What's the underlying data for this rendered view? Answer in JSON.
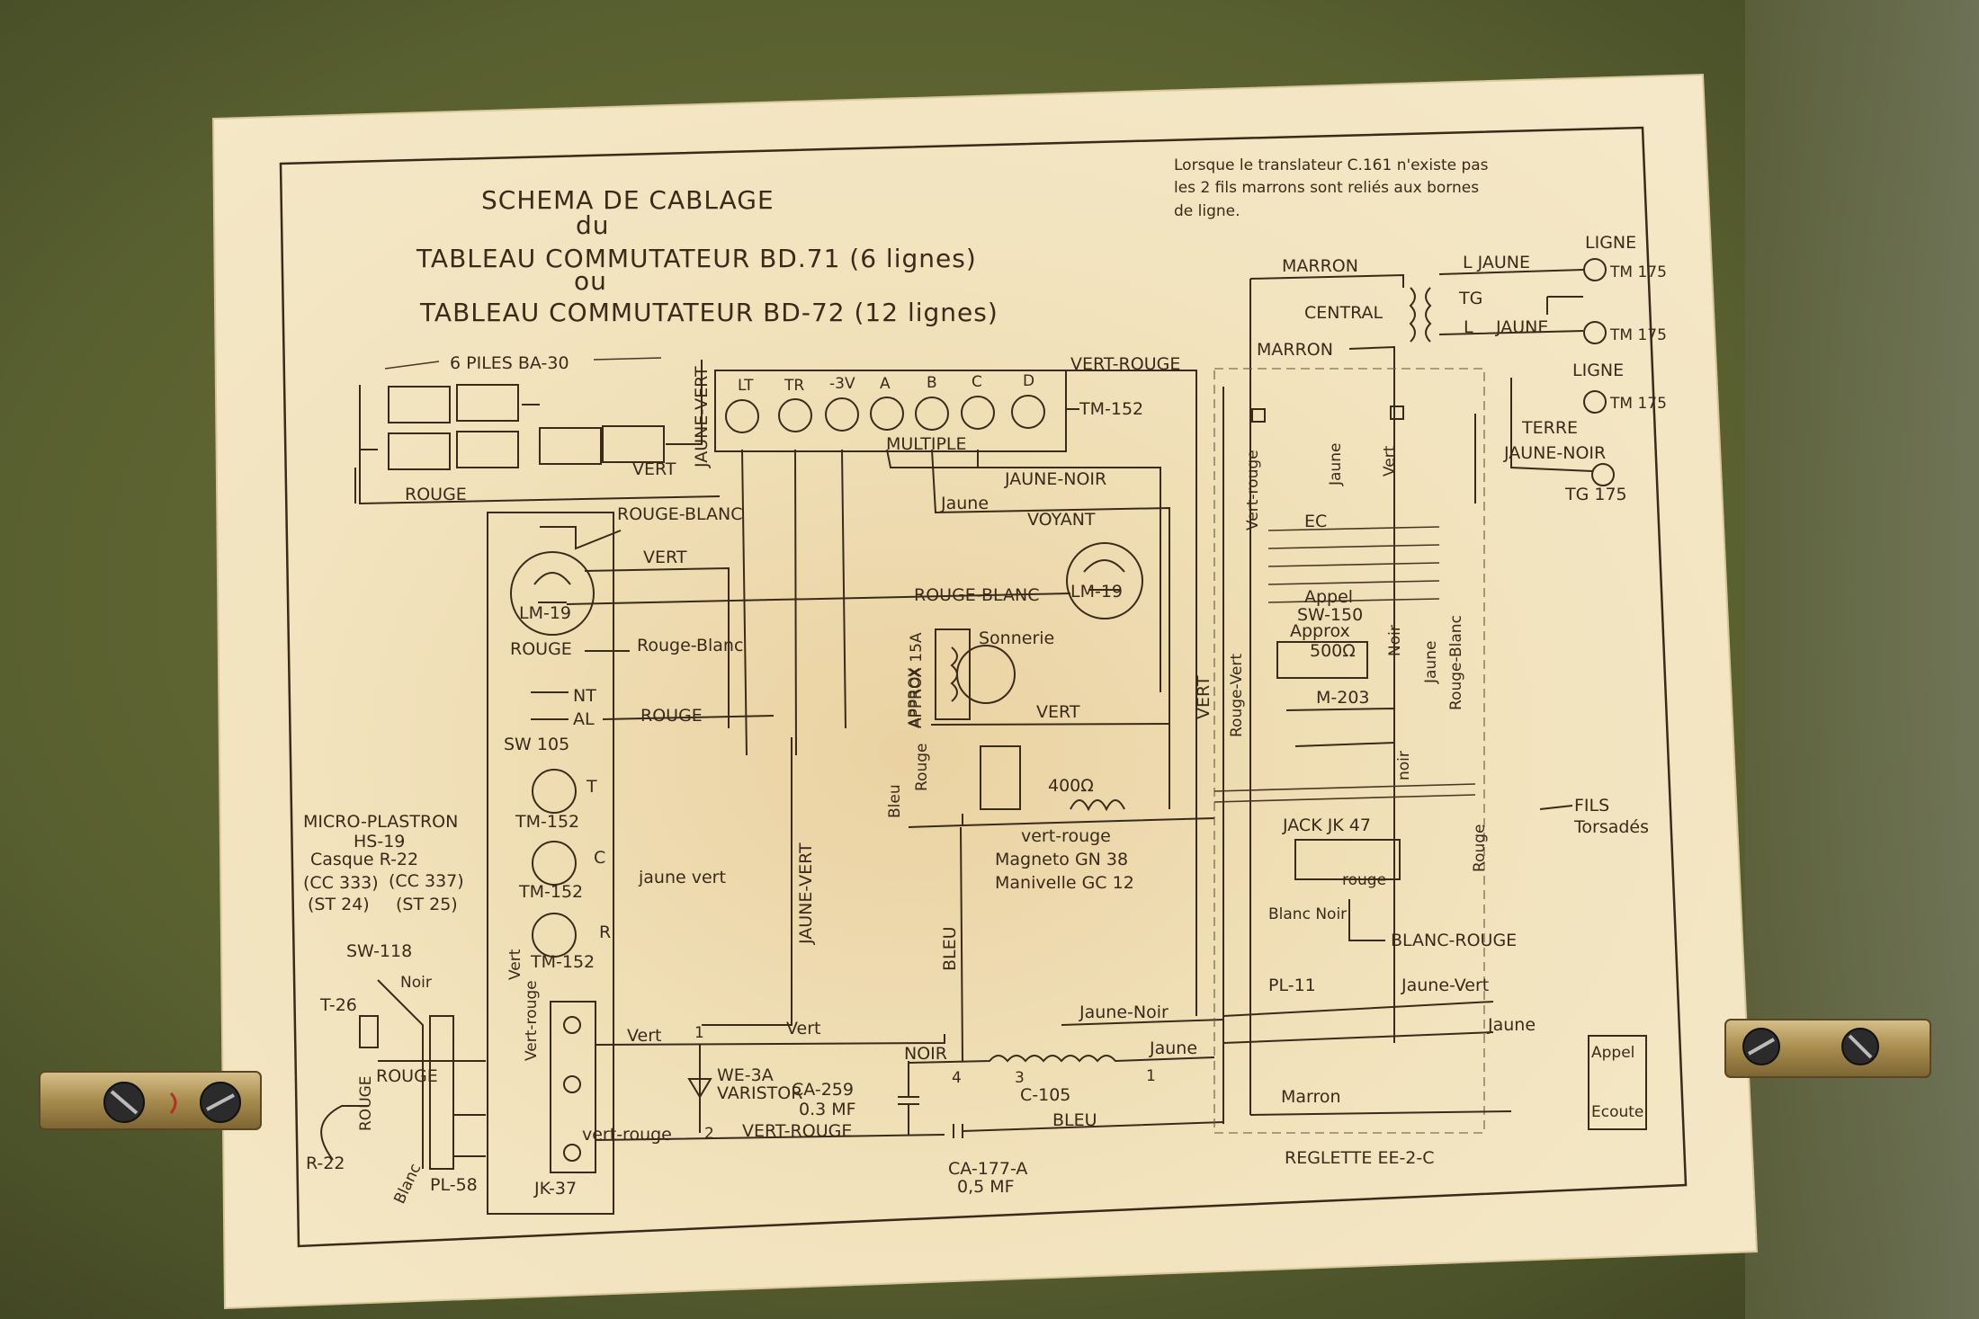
{
  "scene": {
    "colors": {
      "board": "#5b6130",
      "paper": "#f1e2bd",
      "ink": "#3a2a1a",
      "brass": "#b49a5c"
    }
  },
  "schematic": {
    "title_lines": [
      "SCHEMA DE CABLAGE",
      "du",
      "TABLEAU COMMUTATEUR BD.71 (6 lignes)",
      "ou",
      "TABLEAU COMMUTATEUR BD-72 (12 lignes)"
    ],
    "note_lines": [
      "Lorsque le translateur C.161 n'existe pas",
      "les 2 fils marrons sont reliés aux bornes",
      "de ligne."
    ],
    "labels": {
      "piles": "6 PILES BA-30",
      "rouge": "ROUGE",
      "vert": "VERT",
      "jaune_vert": "JAUNE-VERT",
      "vert_rouge": "VERT-ROUGE",
      "tm152": "TM-152",
      "multiple": "MULTIPLE",
      "jaune_noir": "JAUNE-NOIR",
      "jaune_lc": "Jaune",
      "voyant": "VOYANT",
      "rouge_blanc": "ROUGE-BLANC",
      "lm19": "LM-19",
      "rouge_blanc_lc": "Rouge-Blanc",
      "sonnerie": "Sonnerie",
      "approx_15a": "APPROX 15A",
      "nt": "NT",
      "al": "AL",
      "sw105": "SW 105",
      "micro_plastron": "MICRO-PLASTRON",
      "hs19": "HS-19",
      "casque": "Casque R-22",
      "cc_left": "(CC 333)",
      "cc_right": "(CC 337)",
      "st_left": "(ST 24)",
      "st_right": "(ST 25)",
      "sw118": "SW-118",
      "t26": "T-26",
      "noir": "Noir",
      "rouge_vertical": "ROUGE",
      "r22": "R-22",
      "blanc": "Blanc",
      "pl58": "PL-58",
      "jk37": "JK-37",
      "tm152_small": "TM-152",
      "t": "T",
      "c": "C",
      "r": "R",
      "jaune_vert_lc": "jaune vert",
      "vert_rouge_lc": "Vert-rouge",
      "vert_lc": "Vert",
      "rouge_lc": "Rouge",
      "bleu_lc": "Bleu",
      "approx": "APPROX",
      "ohm400": "400Ω",
      "vert_rouge_lc2": "vert-rouge",
      "magneto": "Magneto GN 38",
      "manivelle": "Manivelle GC 12",
      "bleu": "BLEU",
      "we3a": "WE-3A",
      "varistor": "VARISTOR",
      "ca259": "CA-259",
      "mf03": "0.3 MF",
      "noir_caps": "NOIR",
      "c105": "C-105",
      "num1": "1",
      "num2": "2",
      "num3": "3",
      "num4": "4",
      "vert_rouge_lower": "vert-rouge",
      "ca177": "CA-177-A",
      "mf05": "0,5 MF",
      "jaune_noir_lc": "Jaune-Noir",
      "jaune_lower": "Jaune",
      "jaune_vert_right": "Jaune-Vert",
      "marron_lc": "Marron",
      "reglette": "REGLETTE EE-2-C",
      "appel": "Appel",
      "ecoute": "Ecoute",
      "marron": "MARRON",
      "central": "CENTRAL",
      "l_jaune": "L JAUNE",
      "tg": "TG",
      "l": "L",
      "jaune_caps": "JAUNE",
      "ligne": "LIGNE",
      "tm175": "TM 175",
      "terre": "TERRE",
      "jaune_noir_right": "JAUNE-NOIR",
      "tg175": "TG 175",
      "ec": "EC",
      "appel_sw": "Appel",
      "sw150": "SW-150",
      "approx_right": "Approx",
      "ohm500": "500Ω",
      "noir_lc": "Noir",
      "m203": "M-203",
      "jaune_right": "Jaune",
      "rouge_blanc_right": "Rouge-Blanc",
      "noir_small": "noir",
      "rouge_vert": "Rouge-Vert",
      "vert_caps": "VERT",
      "fils": "FILS",
      "torsades": "Torsadés",
      "jack47": "JACK JK 47",
      "rouge_small": "rouge",
      "blanc_noir": "Blanc Noir",
      "blanc_rouge": "BLANC-ROUGE",
      "pl11": "PL-11",
      "terminals": [
        "LT",
        "TR",
        "-3V",
        "A",
        "B",
        "C",
        "D"
      ],
      "vert_rouge_vertical": "Vert-rouge"
    }
  }
}
